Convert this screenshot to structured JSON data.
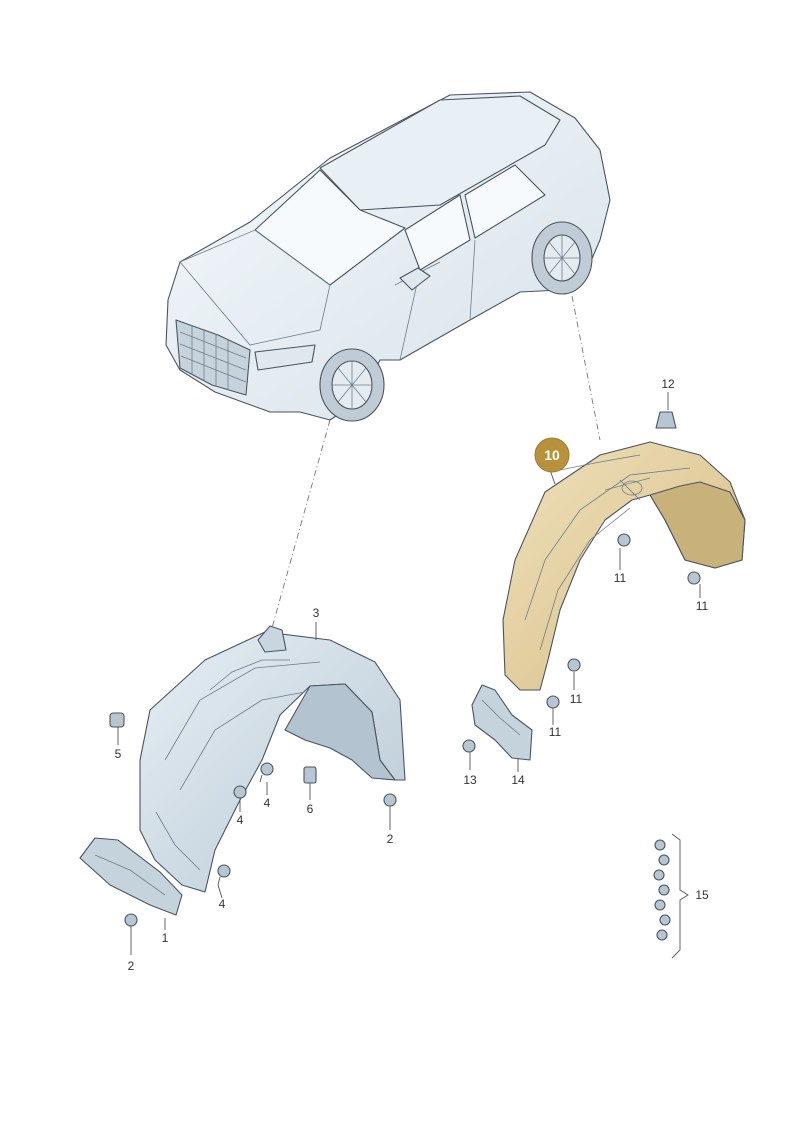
{
  "diagram": {
    "highlight_color": "#b8923a",
    "part_color": "#d9e4ec",
    "car_color": "#eef3f7",
    "highlighted_part": "10",
    "labels": {
      "p1": "1",
      "p2a": "2",
      "p2b": "2",
      "p3": "3",
      "p4a": "4",
      "p4b": "4",
      "p4c": "4",
      "p5": "5",
      "p6": "6",
      "p10": "10",
      "p11a": "11",
      "p11b": "11",
      "p11c": "11",
      "p11d": "11",
      "p12": "12",
      "p13": "13",
      "p14": "14",
      "p15": "15"
    }
  }
}
